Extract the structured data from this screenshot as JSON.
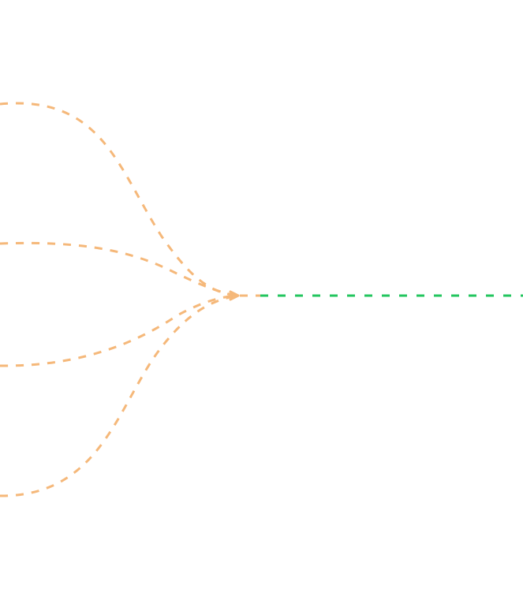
{
  "diagram": {
    "colors": {
      "inbound_edge": "#f5b87a",
      "outbound_edge": "#22c55e",
      "background": "#ffffff"
    },
    "edges": [
      {
        "id": "edge-in-1",
        "kind": "inbound",
        "style": "dashed"
      },
      {
        "id": "edge-in-2",
        "kind": "inbound",
        "style": "dashed"
      },
      {
        "id": "edge-in-3",
        "kind": "inbound",
        "style": "dashed"
      },
      {
        "id": "edge-in-4",
        "kind": "inbound",
        "style": "dashed"
      },
      {
        "id": "edge-out-1",
        "kind": "outbound",
        "style": "dashed"
      }
    ],
    "arrowhead": "chevron-right-icon"
  }
}
